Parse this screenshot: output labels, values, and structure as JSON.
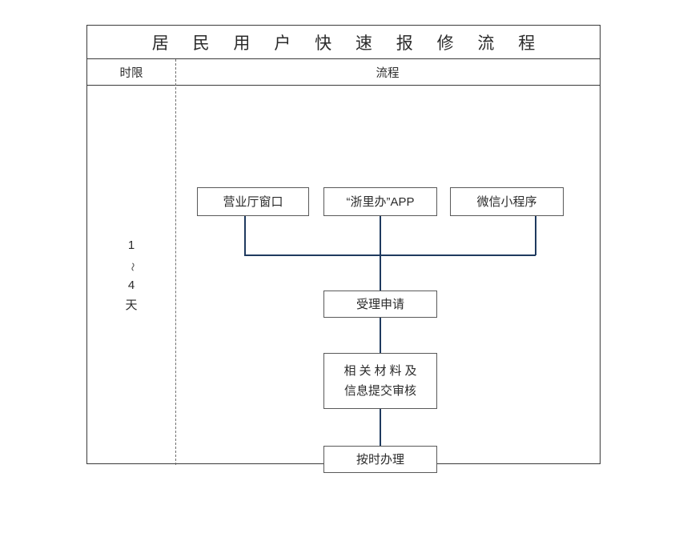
{
  "table": {
    "title": "居 民 用 户 快 速 报 修 流 程",
    "columns": {
      "time_limit_header": "时限",
      "flow_header": "流程"
    },
    "time_limit": {
      "value_start": "1",
      "range_mark": "～",
      "value_end": "4",
      "unit": "天"
    }
  },
  "flow": {
    "channels": [
      {
        "id": "hall",
        "label": "营业厅窗口"
      },
      {
        "id": "app",
        "label": "“浙里办”APP"
      },
      {
        "id": "wechat",
        "label": "微信小程序"
      }
    ],
    "steps": [
      {
        "id": "accept",
        "label": "受理申请"
      },
      {
        "id": "submit",
        "line1": "相关材料及",
        "line2": "信息提交审核"
      },
      {
        "id": "handle",
        "label": "按时办理"
      }
    ]
  },
  "colors": {
    "connector": "#1F3A5F",
    "node_border": "#595959",
    "table_border": "#3A3A3A",
    "text": "#2B2B2B",
    "background": "#FFFFFF"
  }
}
